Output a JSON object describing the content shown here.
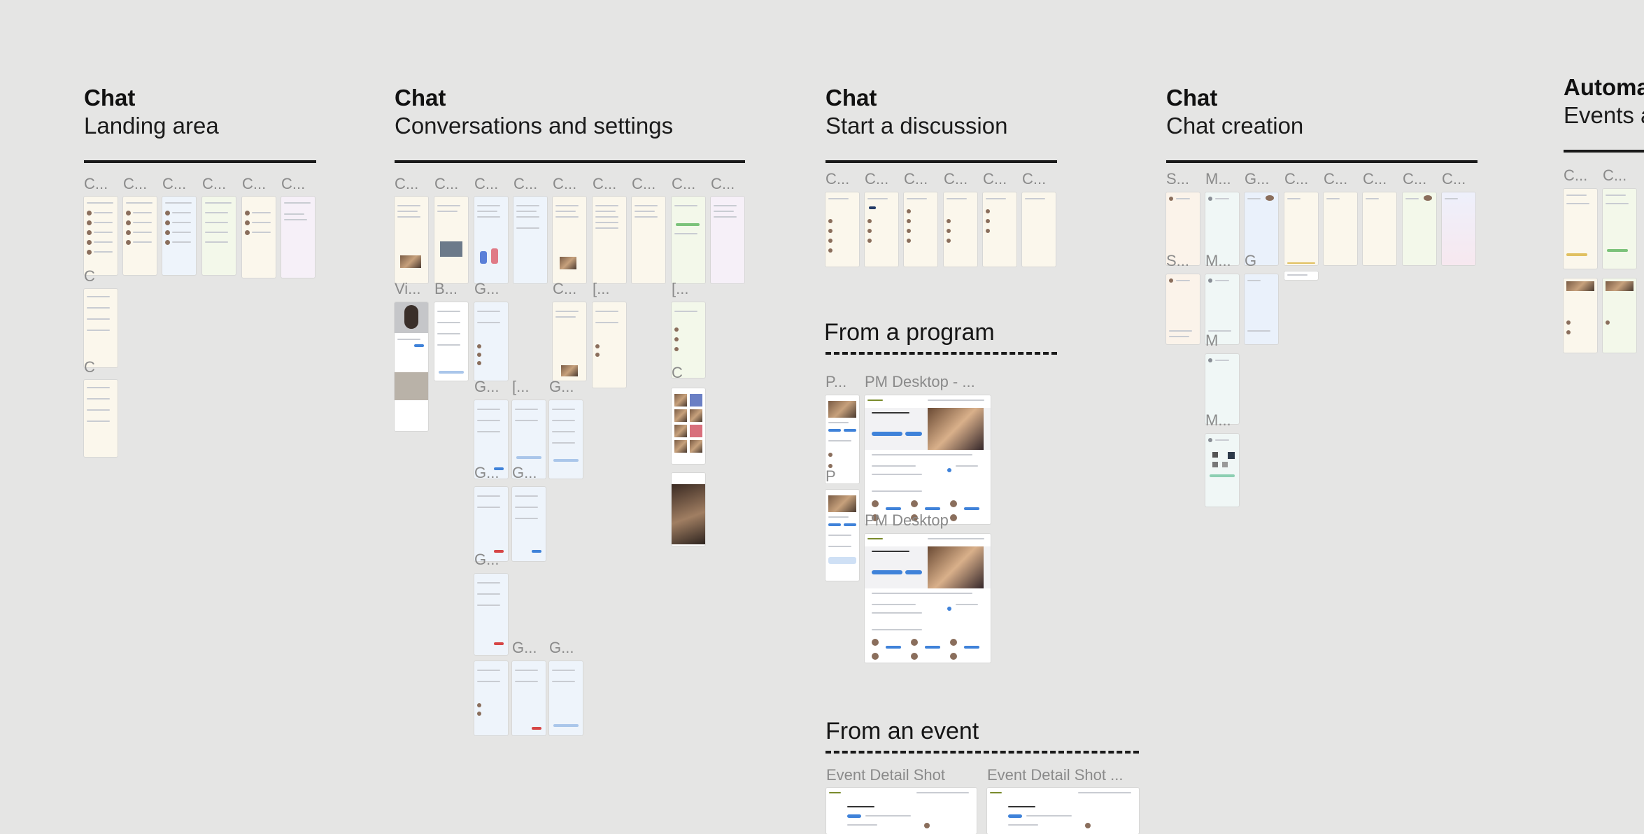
{
  "sections": [
    {
      "title": "Chat",
      "subtitle": "Landing area"
    },
    {
      "title": "Chat",
      "subtitle": "Conversations and settings"
    },
    {
      "title": "Chat",
      "subtitle": "Start a discussion"
    },
    {
      "title": "Chat",
      "subtitle": "Chat creation"
    },
    {
      "title": "Automa",
      "subtitle": "Events a"
    }
  ],
  "subsections": {
    "from_program": "From a program",
    "from_event": "From an event"
  },
  "frame_labels": {
    "c": "C...",
    "c_short": "C",
    "s": "S...",
    "m": "M...",
    "m_short": "M",
    "g": "G...",
    "g_short": "G",
    "v": "Vi...",
    "b": "B...",
    "bracket": "[...",
    "p": "P...",
    "p_short": "P",
    "pm_desktop_dash": "PM Desktop - ...",
    "pm_desktop": "PM Desktop",
    "event_detail": "Event Detail Shot",
    "event_detail_more": "Event Detail Shot ..."
  },
  "colors": {
    "canvas": "#e5e5e4",
    "cream": "#fbf7ec",
    "blue_tint": "#eef4fb",
    "green_tint": "#f3f8ea",
    "pink_tint": "#f6f0f8",
    "white": "#ffffff",
    "accent_blue": "#3f82d9"
  }
}
